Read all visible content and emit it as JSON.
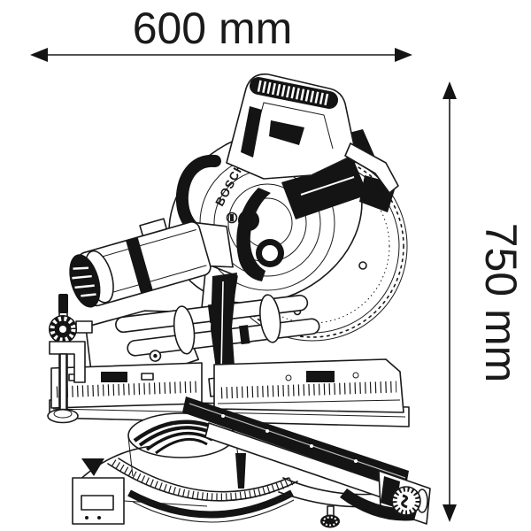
{
  "figure": {
    "type": "dimension-diagram",
    "subject": "Bosch sliding mitre saw technical line drawing",
    "brand_label": "BOSCH",
    "dimensions": {
      "width": {
        "label": "600 mm",
        "orientation": "horizontal",
        "position": "top"
      },
      "height": {
        "label": "750 mm",
        "orientation": "vertical",
        "position": "right"
      }
    },
    "colors": {
      "line": "#1a1a1a",
      "ink": "#141414",
      "background": "#ffffff"
    }
  }
}
